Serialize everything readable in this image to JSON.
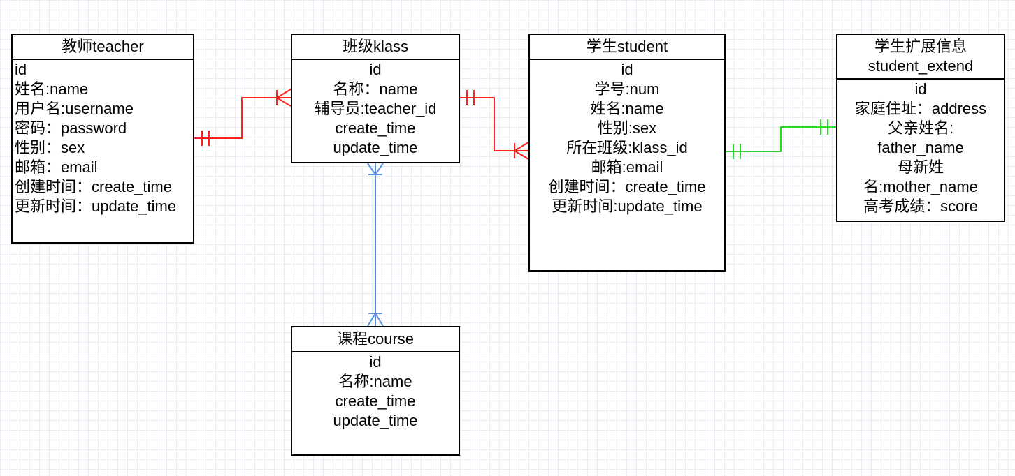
{
  "entities": {
    "teacher": {
      "title": "教师teacher",
      "fields": [
        "id",
        "姓名:name",
        "用户名:username",
        "密码：password",
        "性别：sex",
        "邮箱：email",
        "创建时间：create_time",
        "更新时间：update_time"
      ]
    },
    "klass": {
      "title": "班级klass",
      "fields": [
        "id",
        "名称：name",
        "辅导员:teacher_id",
        "create_time",
        "update_time"
      ]
    },
    "student": {
      "title": "学生student",
      "fields": [
        "id",
        "学号:num",
        "姓名:name",
        "性别:sex",
        "所在班级:klass_id",
        "邮箱:email",
        "创建时间：create_time",
        "更新时间:update_time"
      ]
    },
    "course": {
      "title": "课程course",
      "fields": [
        "id",
        "名称:name",
        "create_time",
        "update_time"
      ]
    },
    "student_extend": {
      "title": "学生扩展信息\nstudent_extend",
      "fields": [
        "id",
        "家庭住址：address",
        "父亲姓名:",
        "father_name",
        "母新姓",
        "名:mother_name",
        "高考成绩：score"
      ]
    }
  },
  "relationships": [
    {
      "from": "teacher",
      "to": "klass",
      "from_cardinality": "one-and-only-one",
      "to_cardinality": "one-or-many",
      "color": "#ff2020"
    },
    {
      "from": "klass",
      "to": "student",
      "from_cardinality": "one-and-only-one",
      "to_cardinality": "one-or-many",
      "color": "#ff2020"
    },
    {
      "from": "klass",
      "to": "course",
      "from_cardinality": "one-or-many",
      "to_cardinality": "one-or-many",
      "color": "#5b8fe0"
    },
    {
      "from": "student",
      "to": "student_extend",
      "from_cardinality": "one-and-only-one",
      "to_cardinality": "one-and-only-one",
      "color": "#22dd22"
    }
  ]
}
